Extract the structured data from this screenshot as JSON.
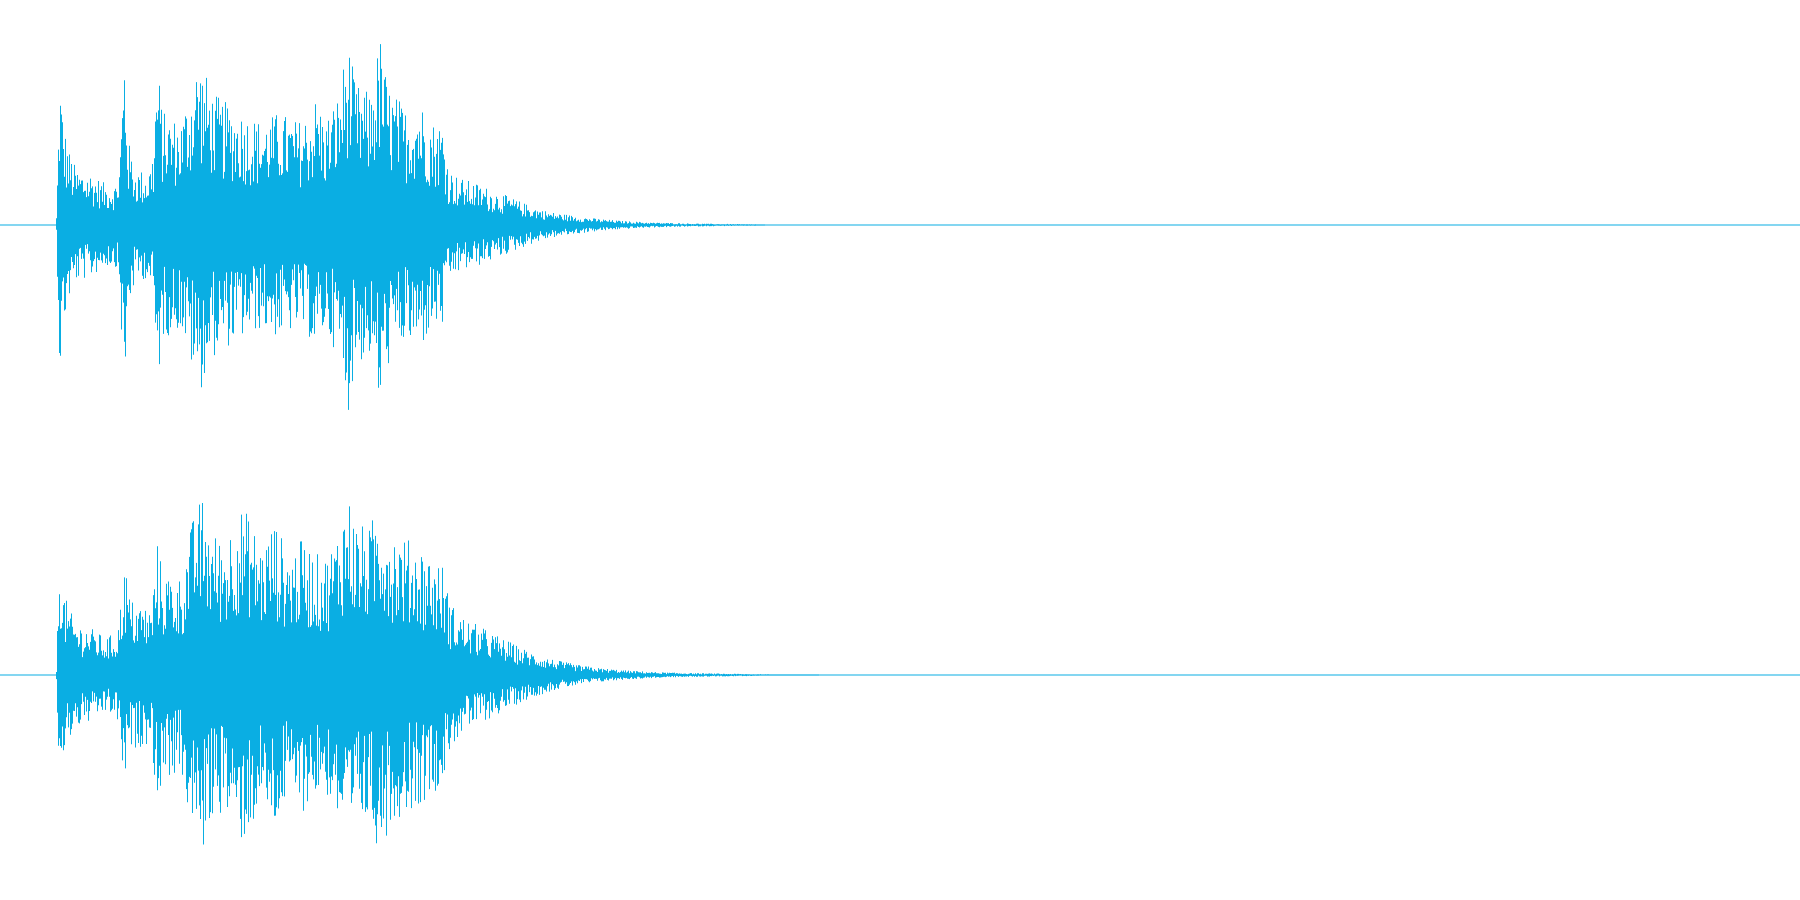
{
  "waveform": {
    "color": "#0aaee3",
    "background": "#ffffff",
    "channels": [
      {
        "name": "left",
        "envelope": [
          [
            0.0,
            0.0
          ],
          [
            0.031,
            0.0
          ],
          [
            0.033,
            0.82
          ],
          [
            0.035,
            0.55
          ],
          [
            0.038,
            0.4
          ],
          [
            0.042,
            0.3
          ],
          [
            0.05,
            0.28
          ],
          [
            0.058,
            0.22
          ],
          [
            0.064,
            0.22
          ],
          [
            0.066,
            0.3
          ],
          [
            0.069,
            0.99
          ],
          [
            0.071,
            0.45
          ],
          [
            0.075,
            0.3
          ],
          [
            0.082,
            0.28
          ],
          [
            0.085,
            0.4
          ],
          [
            0.087,
            0.9
          ],
          [
            0.09,
            0.6
          ],
          [
            0.1,
            0.55
          ],
          [
            0.106,
            0.75
          ],
          [
            0.11,
            0.9
          ],
          [
            0.118,
            0.7
          ],
          [
            0.125,
            0.65
          ],
          [
            0.135,
            0.6
          ],
          [
            0.145,
            0.55
          ],
          [
            0.155,
            0.6
          ],
          [
            0.165,
            0.55
          ],
          [
            0.172,
            0.6
          ],
          [
            0.176,
            0.7
          ],
          [
            0.18,
            0.55
          ],
          [
            0.188,
            0.7
          ],
          [
            0.193,
            1.0
          ],
          [
            0.197,
            0.75
          ],
          [
            0.205,
            0.7
          ],
          [
            0.211,
            1.0
          ],
          [
            0.215,
            0.75
          ],
          [
            0.225,
            0.62
          ],
          [
            0.232,
            0.68
          ],
          [
            0.24,
            0.55
          ],
          [
            0.246,
            0.55
          ],
          [
            0.249,
            0.3
          ],
          [
            0.255,
            0.25
          ],
          [
            0.265,
            0.22
          ],
          [
            0.275,
            0.18
          ],
          [
            0.285,
            0.14
          ],
          [
            0.295,
            0.1
          ],
          [
            0.305,
            0.07
          ],
          [
            0.318,
            0.05
          ],
          [
            0.33,
            0.035
          ],
          [
            0.345,
            0.022
          ],
          [
            0.36,
            0.014
          ],
          [
            0.38,
            0.009
          ],
          [
            0.4,
            0.006
          ],
          [
            0.42,
            0.004
          ],
          [
            0.425,
            0.0
          ],
          [
            1.0,
            0.0
          ]
        ]
      },
      {
        "name": "right",
        "envelope": [
          [
            0.0,
            0.0
          ],
          [
            0.031,
            0.0
          ],
          [
            0.033,
            0.72
          ],
          [
            0.035,
            0.45
          ],
          [
            0.038,
            0.35
          ],
          [
            0.042,
            0.28
          ],
          [
            0.05,
            0.25
          ],
          [
            0.058,
            0.2
          ],
          [
            0.064,
            0.22
          ],
          [
            0.066,
            0.3
          ],
          [
            0.069,
            0.62
          ],
          [
            0.072,
            0.4
          ],
          [
            0.078,
            0.38
          ],
          [
            0.084,
            0.35
          ],
          [
            0.087,
            0.72
          ],
          [
            0.09,
            0.55
          ],
          [
            0.1,
            0.52
          ],
          [
            0.106,
            0.8
          ],
          [
            0.112,
            0.95
          ],
          [
            0.118,
            0.75
          ],
          [
            0.125,
            0.72
          ],
          [
            0.132,
            0.9
          ],
          [
            0.138,
            0.85
          ],
          [
            0.145,
            0.68
          ],
          [
            0.152,
            0.82
          ],
          [
            0.16,
            0.65
          ],
          [
            0.168,
            0.72
          ],
          [
            0.174,
            0.65
          ],
          [
            0.18,
            0.62
          ],
          [
            0.186,
            0.72
          ],
          [
            0.193,
            0.98
          ],
          [
            0.198,
            0.8
          ],
          [
            0.205,
            0.78
          ],
          [
            0.211,
            0.95
          ],
          [
            0.216,
            0.8
          ],
          [
            0.225,
            0.72
          ],
          [
            0.232,
            0.7
          ],
          [
            0.24,
            0.62
          ],
          [
            0.246,
            0.58
          ],
          [
            0.25,
            0.38
          ],
          [
            0.258,
            0.3
          ],
          [
            0.268,
            0.25
          ],
          [
            0.278,
            0.2
          ],
          [
            0.288,
            0.15
          ],
          [
            0.298,
            0.11
          ],
          [
            0.308,
            0.08
          ],
          [
            0.32,
            0.055
          ],
          [
            0.332,
            0.038
          ],
          [
            0.348,
            0.024
          ],
          [
            0.365,
            0.015
          ],
          [
            0.385,
            0.01
          ],
          [
            0.405,
            0.007
          ],
          [
            0.43,
            0.004
          ],
          [
            0.45,
            0.002
          ],
          [
            0.455,
            0.0
          ],
          [
            1.0,
            0.0
          ]
        ]
      }
    ]
  }
}
